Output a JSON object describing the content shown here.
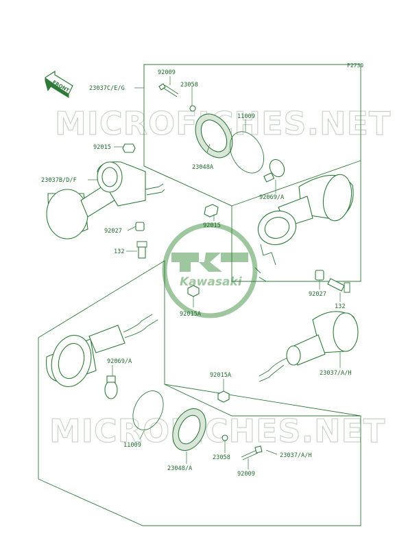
{
  "figure_code": "F2730",
  "front_label": "FRONT",
  "watermark_text": "MICROFICHES.NET",
  "logo_text": "Kawasaki",
  "colors": {
    "line": "#2e7a37",
    "label": "#1f6b2a",
    "watermark": "#c9d4c9",
    "logo": "#9fc79f"
  },
  "labels": {
    "p92009_top": "92009",
    "p23037ceg": "23037C/E/G",
    "p23058_top": "23058",
    "p11009_top": "11009",
    "p92015_left": "92015",
    "p23048a": "23048A",
    "p23037bdf": "23037B/D/F",
    "p92069a_top": "92069/A",
    "p92015_mid": "92015",
    "p92027_left": "92027",
    "p132_left": "132",
    "p92027_right": "92027",
    "p132_right": "132",
    "p92015a_top": "92015A",
    "p92069a_bot": "92069/A",
    "p23037ah_mid": "23037/A/H",
    "p92015a_bot": "92015A",
    "p11009_bot": "11009",
    "p23058_bot": "23058",
    "p23037ah_bot": "23037/A/H",
    "p23048a_bot": "23048/A",
    "p92009_bot": "92009"
  }
}
